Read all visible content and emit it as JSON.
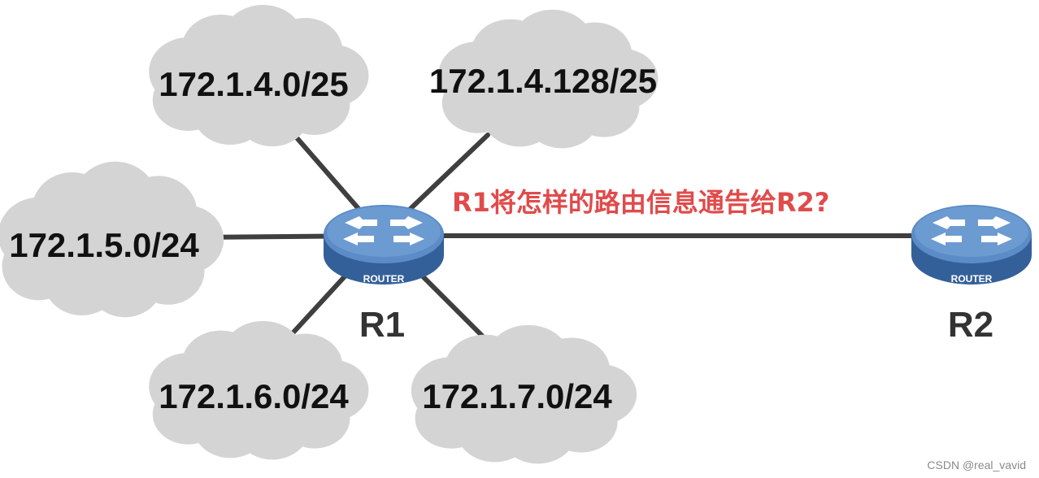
{
  "networks": {
    "n1": "172.1.4.0/25",
    "n2": "172.1.4.128/25",
    "n3": "172.1.5.0/24",
    "n4": "172.1.6.0/24",
    "n5": "172.1.7.0/24"
  },
  "routers": {
    "r1": {
      "name": "R1",
      "tag": "ROUTER"
    },
    "r2": {
      "name": "R2",
      "tag": "ROUTER"
    }
  },
  "question": "R1将怎样的路由信息通告给R2?",
  "watermark": "CSDN @real_vavid",
  "colors": {
    "cloud": "#d4d4d4",
    "link": "#3f3f3f",
    "router_top": "#5b8cc7",
    "router_side": "#34609a",
    "question_text": "#e04b4b"
  }
}
